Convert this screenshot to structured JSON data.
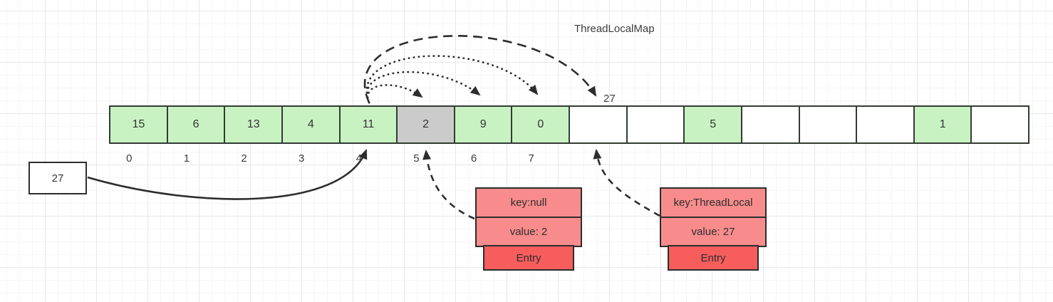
{
  "title": "ThreadLocalMap",
  "colors": {
    "cell_filled": "#c9f2c3",
    "cell_stale": "#cbcbcb",
    "cell_empty": "#ffffff",
    "cell_border": "#333b33",
    "entry_row": "#f88c8c",
    "entry_footer": "#f75d5d",
    "connector": "#2d2d2d",
    "grid_line": "#e7e7eb"
  },
  "array": {
    "cells": [
      {
        "index": 0,
        "value": "15",
        "state": "filled"
      },
      {
        "index": 1,
        "value": "6",
        "state": "filled"
      },
      {
        "index": 2,
        "value": "13",
        "state": "filled"
      },
      {
        "index": 3,
        "value": "4",
        "state": "filled"
      },
      {
        "index": 4,
        "value": "11",
        "state": "filled"
      },
      {
        "index": 5,
        "value": "2",
        "state": "stale"
      },
      {
        "index": 6,
        "value": "9",
        "state": "filled"
      },
      {
        "index": 7,
        "value": "0",
        "state": "filled"
      },
      {
        "index": 8,
        "value": "",
        "state": "empty"
      },
      {
        "index": 9,
        "value": "",
        "state": "empty"
      },
      {
        "index": 10,
        "value": "5",
        "state": "filled"
      },
      {
        "index": 11,
        "value": "",
        "state": "empty"
      },
      {
        "index": 12,
        "value": "",
        "state": "empty"
      },
      {
        "index": 13,
        "value": "",
        "state": "empty"
      },
      {
        "index": 14,
        "value": "1",
        "state": "filled"
      },
      {
        "index": 15,
        "value": "",
        "state": "empty"
      }
    ],
    "index_labels": [
      "0",
      "1",
      "2",
      "3",
      "4",
      "5",
      "6",
      "7"
    ],
    "slot8_label": "27"
  },
  "value_box": {
    "label": "27"
  },
  "entries": [
    {
      "key": "key:null",
      "value": "value: 2",
      "footer": "Entry"
    },
    {
      "key": "key:ThreadLocal",
      "value": "value: 27",
      "footer": "Entry"
    }
  ],
  "connectors": [
    {
      "from": "slot-4",
      "to": "slot-5",
      "style": "dotted-arc"
    },
    {
      "from": "slot-4",
      "to": "slot-6",
      "style": "dotted-arc"
    },
    {
      "from": "slot-4",
      "to": "slot-7",
      "style": "dotted-arc"
    },
    {
      "from": "slot-4",
      "to": "slot-8",
      "style": "dashed-arc"
    },
    {
      "from": "value-box-27",
      "to": "slot-4",
      "style": "solid-curve"
    },
    {
      "from": "entry-key-null",
      "to": "slot-5",
      "style": "dashed-curve"
    },
    {
      "from": "entry-key-threadlocal",
      "to": "slot-8",
      "style": "dashed-curve"
    }
  ]
}
